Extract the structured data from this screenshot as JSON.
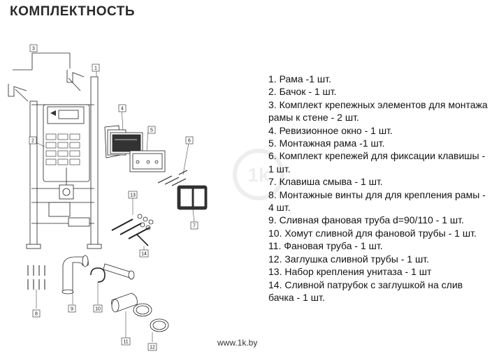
{
  "title": "КОМПЛЕКТНОСТЬ",
  "callouts": [
    "1",
    "2",
    "3",
    "4",
    "5",
    "6",
    "7",
    "8",
    "9",
    "10",
    "11",
    "12",
    "13",
    "14"
  ],
  "parts": [
    "1. Рама -1 шт.",
    "2. Бачок - 1 шт.",
    "3. Комплект крепежных элементов для монтажа рамы к стене - 2 шт.",
    "4. Ревизионное окно - 1 шт.",
    "5. Монтажная рама -1 шт.",
    "6. Комплект крепежей для фиксации клавишы - 1 шт.",
    "7. Клавиша смыва - 1 шт.",
    "8. Монтажные винты для для крепления рамы - 4 шт.",
    "9. Сливная фановая труба d=90/110 - 1 шт.",
    "10. Хомут сливной для фановой трубы - 1 шт.",
    "11. Фановая труба - 1 шт.",
    "12. Заглушка сливной трубы - 1 шт.",
    "13. Набор крепления унитаза - 1 шт",
    "14. Сливной патрубок с заглушкой на слив бачка - 1 шт."
  ],
  "watermark_text": "1k",
  "footer": "www.1k.by",
  "colors": {
    "line": "#222222",
    "fill_dark": "#333333",
    "watermark": "#9a9a9a"
  }
}
